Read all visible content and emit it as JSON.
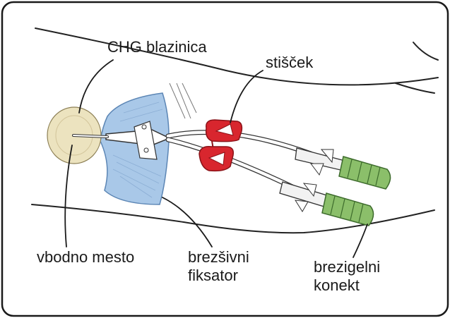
{
  "labels": {
    "chg_pad": "CHG blazinica",
    "clamp": "stišček",
    "insertion_site": "vbodno mesto",
    "sutureless_fixator": "brezšivni\nfiksator",
    "needleless_connector": "brezigelni\nkonekt"
  },
  "colors": {
    "frame": "#1a1a1a",
    "chg_pad": "#ece3bf",
    "fixator": "#a9c8e8",
    "clamp": "#d8262e",
    "connector": "#8bbf6a",
    "skin_line": "#222222"
  }
}
